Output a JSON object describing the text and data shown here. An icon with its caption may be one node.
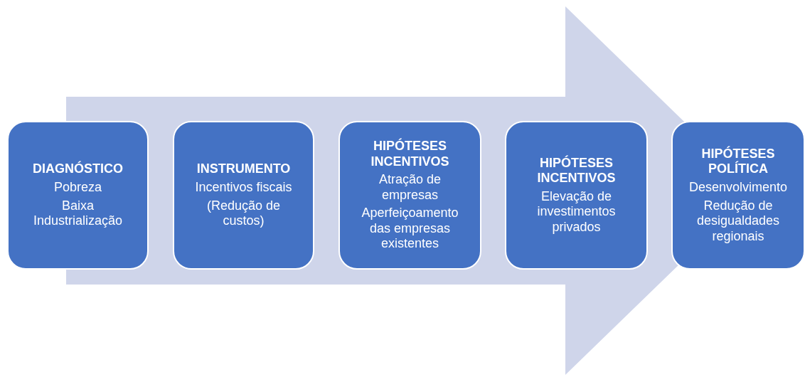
{
  "diagram": {
    "nodes": [
      {
        "text": [
          "DIAGNÓSTICO",
          "Pobreza",
          "Baixa Industrialização"
        ]
      },
      {
        "text": [
          "INSTRUMENTO",
          "Incentivos fiscais",
          "(Redução de custos)"
        ]
      },
      {
        "text": [
          "HIPÓTESES INCENTIVOS",
          "Atração de empresas",
          "Aperfeiçoamento das empresas existentes"
        ]
      },
      {
        "text": [
          "HIPÓTESES INCENTIVOS",
          "Elevação de investimentos privados"
        ]
      },
      {
        "text": [
          "HIPÓTESES POLÍTICA",
          "Desenvolvimento",
          "Redução de desigualdades regionais"
        ]
      }
    ],
    "edges": [
      {
        "from": 0,
        "to": 4,
        "arrow": "to",
        "style": "thick"
      }
    ]
  }
}
